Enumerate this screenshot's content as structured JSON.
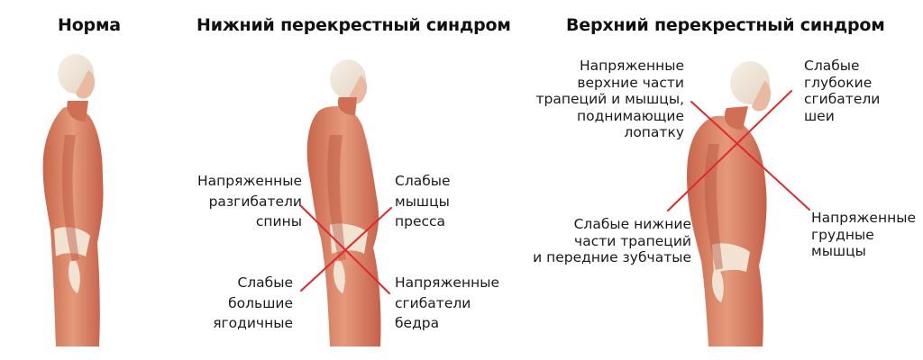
{
  "panels": [
    {
      "title": "Норма",
      "labels": []
    },
    {
      "title": "Нижний перекрестный синдром",
      "labels": [
        {
          "id": "tight-back-extensors",
          "lines": [
            "Напряженные",
            "разгибатели",
            "спины"
          ]
        },
        {
          "id": "weak-abs",
          "lines": [
            "Слабые",
            "мышцы",
            "пресса"
          ]
        },
        {
          "id": "weak-glutes",
          "lines": [
            "Слабые",
            "большие",
            "ягодичные"
          ]
        },
        {
          "id": "tight-hip-flexors",
          "lines": [
            "Напряженные",
            "сгибатели",
            "бедра"
          ]
        }
      ]
    },
    {
      "title": "Верхний перекрестный синдром",
      "labels": [
        {
          "id": "tight-upper-traps",
          "lines": [
            "Напряженные",
            "верхние части",
            "трапеций и мышцы,",
            "поднимающие",
            "лопатку"
          ]
        },
        {
          "id": "weak-deep-neck-flexors",
          "lines": [
            "Слабые",
            "глубокие",
            "сгибатели",
            "шеи"
          ]
        },
        {
          "id": "weak-lower-traps",
          "lines": [
            "Слабые нижние",
            "части трапеций",
            "и передние зубчатые"
          ]
        },
        {
          "id": "tight-pecs",
          "lines": [
            "Напряженные",
            "грудные",
            "мышцы"
          ]
        }
      ]
    }
  ],
  "colors": {
    "cross_line": "#e0282c",
    "muscle": "#d97a5c",
    "muscle_dark": "#b8553d",
    "skull": "#efe6da",
    "tendon": "#f1e2d2"
  }
}
